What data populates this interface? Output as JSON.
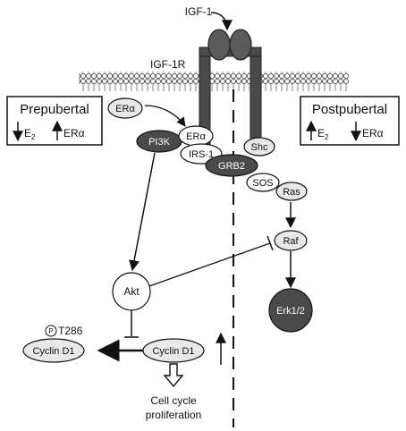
{
  "ligand": "IGF-1",
  "receptor": "IGF-1R",
  "prepubertal": {
    "title": "Prepubertal",
    "e2": "E",
    "e2_sub": "2",
    "era": "ERα"
  },
  "postpubertal": {
    "title": "Postpubertal",
    "e2": "E",
    "e2_sub": "2",
    "era": "ERα"
  },
  "nodes": {
    "era_free": "ERα",
    "era_bound": "ERα",
    "pi3k": "PI3K",
    "irs1": "IRS-1",
    "grb2": "GRB2",
    "shc": "Shc",
    "sos": "SOS",
    "ras": "Ras",
    "raf": "Raf",
    "erk": "Erk1/2",
    "akt": "Akt",
    "cyclin_right": "Cyclin D1",
    "cyclin_left": "Cyclin D1",
    "phospho_symbol": "P",
    "phospho_site": "T286"
  },
  "outcome": {
    "line1": "Cell cycle",
    "line2": "proliferation"
  },
  "colors": {
    "dark": "#4a4a4a",
    "light": "#e8e8e8",
    "line": "#111111"
  }
}
